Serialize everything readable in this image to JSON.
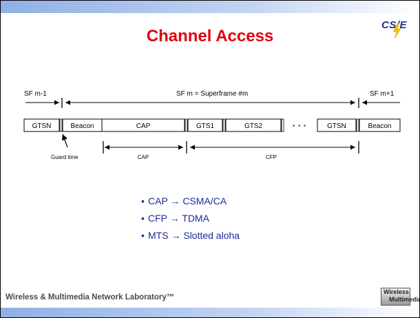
{
  "slide": {
    "title": "Channel Access",
    "logo_text": "CS/E",
    "footer": "Wireless & Multimedia Network Laboratory™",
    "footer_logo": [
      "Wireless",
      "Multimedia"
    ]
  },
  "diagram": {
    "top_labels": [
      "SF m-1",
      "SF m = Superframe #m",
      "SF m+1"
    ],
    "boxes": [
      "GTSN",
      "Beacon",
      "CAP",
      "GTS1",
      "GTS2",
      "· · ·",
      "GTSN",
      "Beacon"
    ],
    "guard_time": "Guard time",
    "bottom_labels": [
      "CAP",
      "CFP"
    ]
  },
  "bullets": [
    {
      "text": "CAP → CSMA/CA"
    },
    {
      "text": "CFP → TDMA"
    },
    {
      "text": "MTS → Slotted aloha"
    }
  ],
  "colors": {
    "title": "#e00010",
    "bullets": "#1a2a99",
    "bars": "#8fb0e6"
  }
}
